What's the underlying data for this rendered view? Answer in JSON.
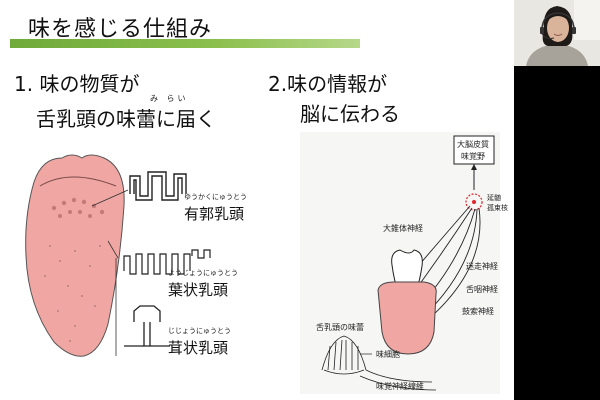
{
  "slide": {
    "title": "味を感じる仕組み",
    "section1": {
      "line1": "1. 味の物質が",
      "ruby": "み らい",
      "line2": "舌乳頭の味蕾に届く"
    },
    "section2": {
      "line1": "2.味の情報が",
      "line2": "脳に伝わる"
    },
    "papillae": [
      {
        "reading": "ゆうかくにゅうとう",
        "name": "有郭乳頭"
      },
      {
        "reading": "ようじょうにゅうとう",
        "name": "葉状乳頭"
      },
      {
        "reading": "じじょうにゅうとう",
        "name": "茸状乳頭"
      }
    ],
    "diagram": {
      "cortex_line1": "大脳皮質",
      "cortex_line2": "味覚野",
      "nucleus_line1": "延髄",
      "nucleus_line2": "孤束核",
      "labels": [
        "大錐体神経",
        "迷走神経",
        "舌咽神経",
        "鼓索神経",
        "舌乳頭の味蕾",
        "味細胞",
        "味覚神経線維"
      ]
    }
  },
  "colors": {
    "tongue": "#f0a7a3",
    "accent_bar": "#7db444",
    "nucleus_circle": "#e0262c"
  }
}
